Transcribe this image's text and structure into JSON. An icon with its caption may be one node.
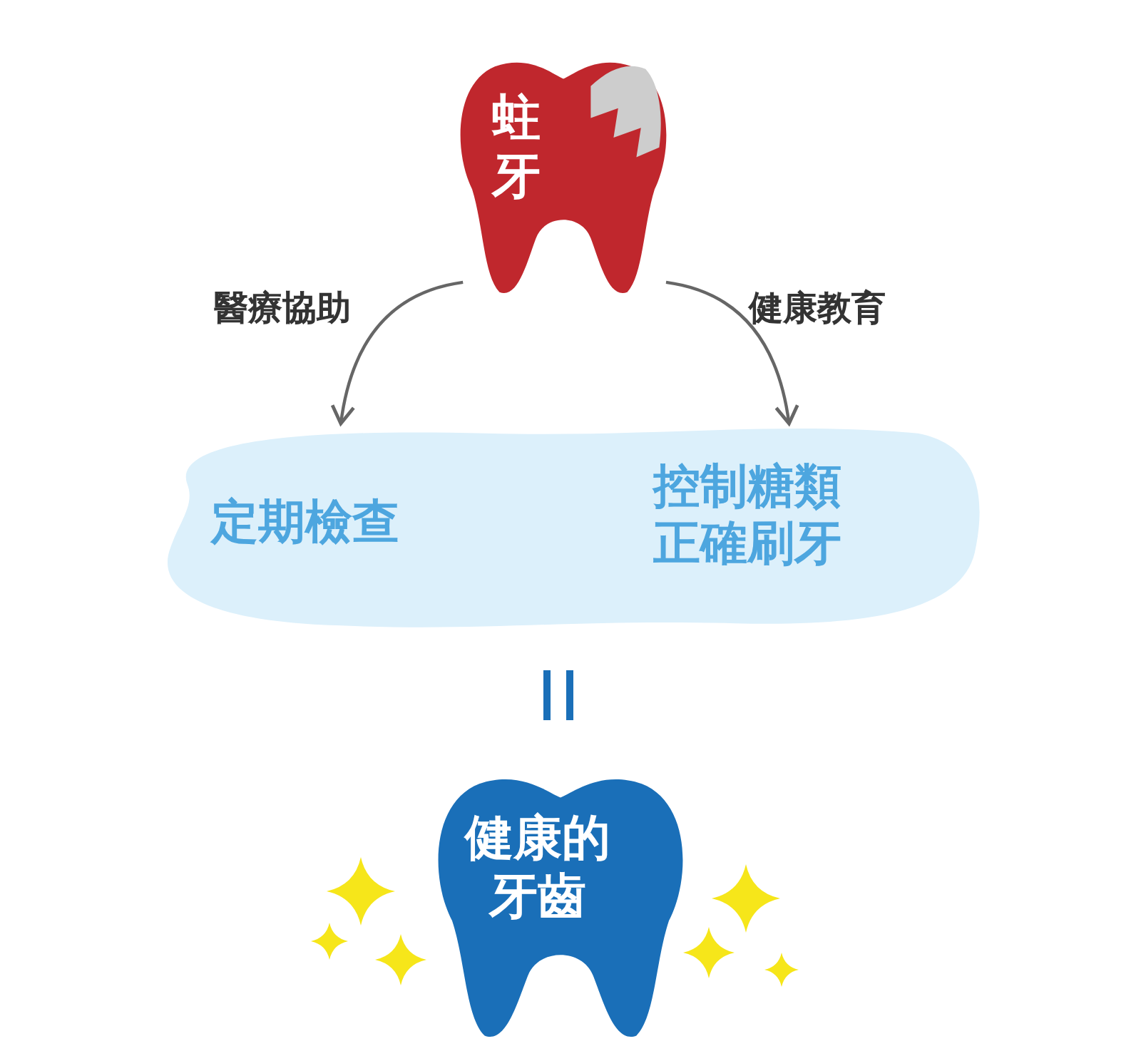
{
  "diagram": {
    "nodes": [
      {
        "text": [
          "蛀牙"
        ]
      },
      {
        "text": [],
        "shape": "cloud"
      },
      {
        "text": [
          "定期檢查"
        ],
        "in": 1
      },
      {
        "text": [
          "控制糖類正確刷牙"
        ],
        "in": 1
      },
      {
        "text": [
          "健康的牙齒"
        ]
      }
    ],
    "edges": [
      {
        "from": 0,
        "to": 1,
        "arrow": "to",
        "label": "醫療協助"
      },
      {
        "from": 0,
        "to": 1,
        "arrow": "to",
        "label": "健康教育"
      }
    ]
  }
}
